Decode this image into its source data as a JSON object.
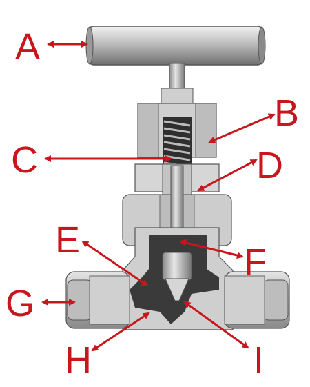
{
  "labels": {
    "a": "A",
    "b": "B",
    "c": "C",
    "d": "D",
    "e": "E",
    "f": "F",
    "g": "G",
    "h": "H",
    "i": "I"
  },
  "colors": {
    "label_red": "#c8161d",
    "metal_light": "#d9d9d9",
    "metal_mid": "#b3b3b3",
    "metal_dark": "#7d7d7d",
    "body_gray": "#cfcfcf",
    "seat_dark": "#3a3a3a"
  }
}
